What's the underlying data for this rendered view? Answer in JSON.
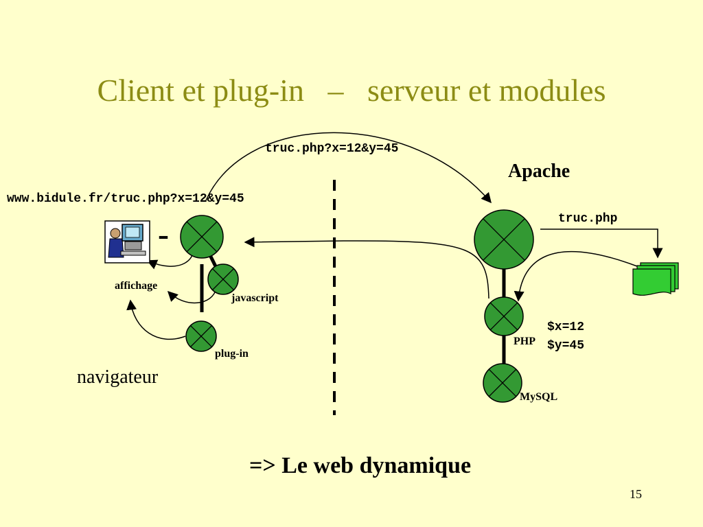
{
  "slide": {
    "title": "Client et plug-in   –   serveur et modules",
    "page_number": "15",
    "conclusion": "=> Le web dynamique"
  },
  "client": {
    "url": "www.bidule.fr/truc.php?x=12&y=45",
    "display_label": "affichage",
    "javascript_label": "javascript",
    "plugin_label": "plug-in",
    "browser_label": "navigateur",
    "minus_sign": "-"
  },
  "request": {
    "label": "truc.php?x=12&y=45"
  },
  "server": {
    "name": "Apache",
    "file_label": "truc.php",
    "php_label": "PHP",
    "mysql_label": "MySQL",
    "vars": [
      "$x=12",
      "$y=45"
    ]
  },
  "colors": {
    "background": "#ffffcc",
    "title": "#8c8c14",
    "node_fill": "#339933",
    "document_fill": "#33cc33"
  },
  "icons": {
    "client": "computer-user-icon",
    "file": "document-stack-icon",
    "node": "crossed-circle-icon"
  }
}
